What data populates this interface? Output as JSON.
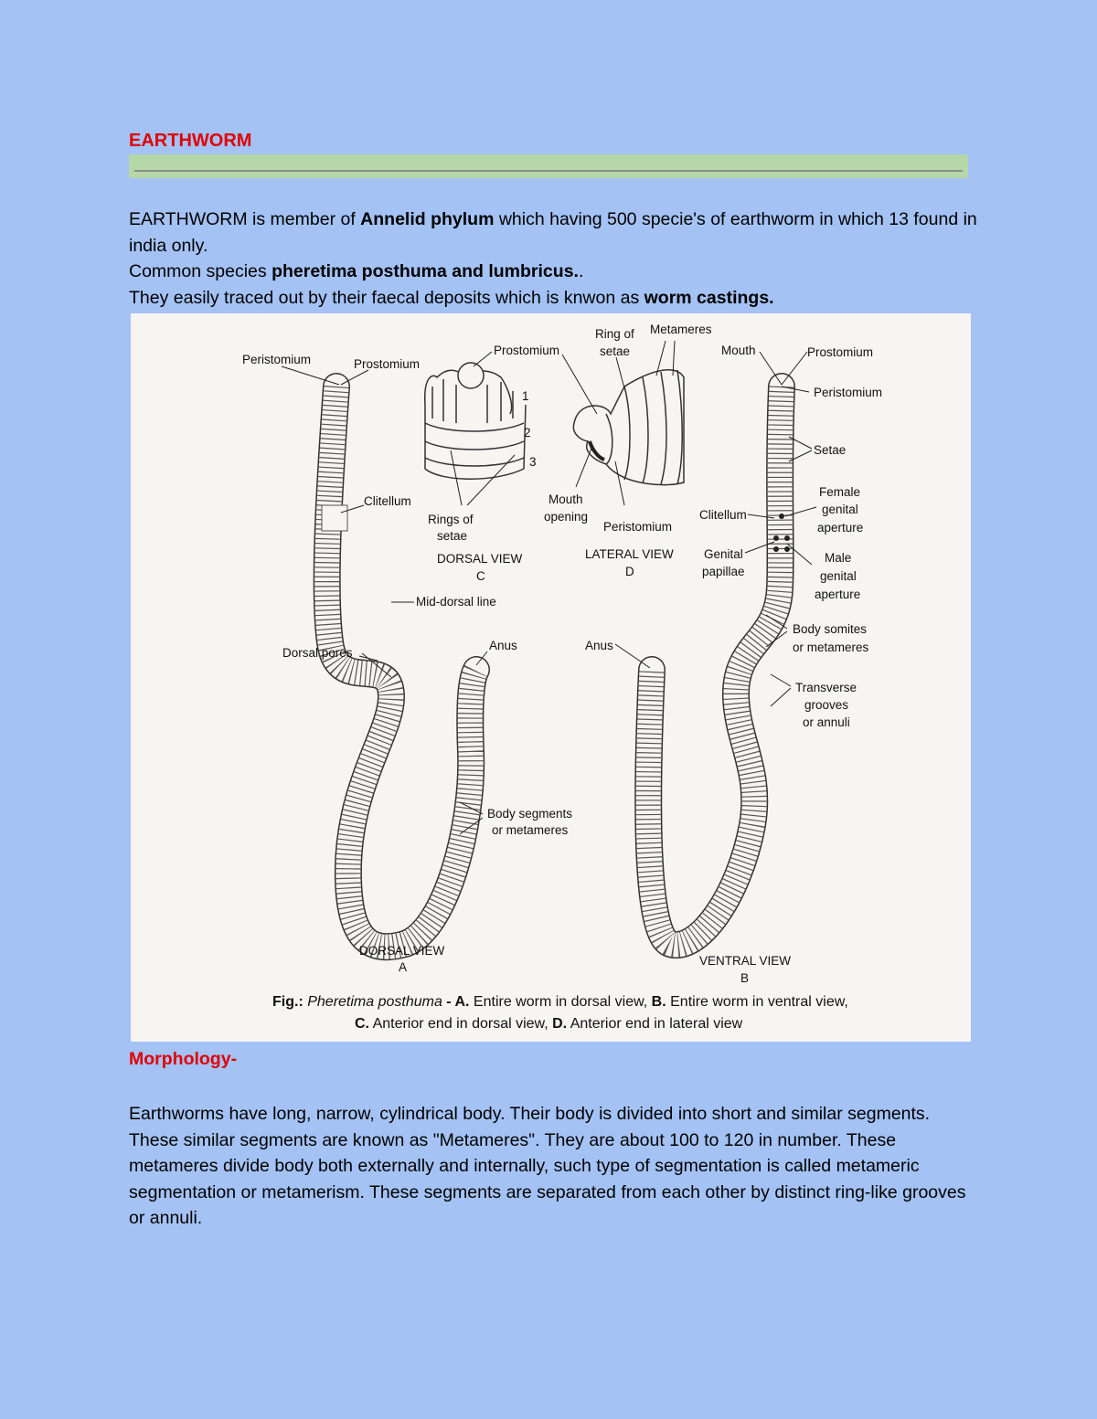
{
  "title": "EARTHWORM",
  "intro": {
    "line1_a": "EARTHWORM is member of ",
    "line1_b": "Annelid phylum",
    "line1_c": " which having 500 specie's of earthworm in which 13 found in india only.",
    "line2_a": "Common species ",
    "line2_b": "pheretima posthuma and lumbricus.",
    "line2_c": ".",
    "line3_a": "They easily traced out by their faecal deposits which is knwon as ",
    "line3_b": "worm castings."
  },
  "figure": {
    "labels": {
      "peristomium_a": "Peristomium",
      "prostomium_a": "Prostomium",
      "clitellum_a": "Clitellum",
      "mid_dorsal": "Mid-dorsal line",
      "dorsal_pores": "Dorsal pores",
      "anus_a": "Anus",
      "body_segments_1": "Body segments",
      "body_segments_2": "or metameres",
      "dorsal_view_a": "DORSAL VIEW",
      "letter_a": "A",
      "prostomium_c": "Prostomium",
      "num1": "1",
      "num2": "2",
      "num3": "3",
      "rings_setae_1": "Rings of",
      "rings_setae_2": "setae",
      "dorsal_view_c": "DORSAL VIEW",
      "letter_c": "C",
      "ring_of_1": "Ring of",
      "ring_of_2": "setae",
      "metameres_d": "Metameres",
      "mouth_opening_1": "Mouth",
      "mouth_opening_2": "opening",
      "peristomium_d": "Peristomium",
      "lateral_view": "LATERAL VIEW",
      "letter_d": "D",
      "mouth_b": "Mouth",
      "prostomium_b": "Prostomium",
      "peristomium_b": "Peristomium",
      "setae_b": "Setae",
      "female_1": "Female",
      "female_2": "genital",
      "female_3": "aperture",
      "clitellum_b": "Clitellum",
      "genital_1": "Genital",
      "genital_2": "papillae",
      "male_1": "Male",
      "male_2": "genital",
      "male_3": "aperture",
      "somites_1": "Body somites",
      "somites_2": "or metameres",
      "anus_b": "Anus",
      "transverse_1": "Transverse",
      "transverse_2": "grooves",
      "transverse_3": "or annuli",
      "ventral_view": "VENTRAL VIEW",
      "letter_b": "B"
    },
    "caption_prefix": "Fig.: ",
    "caption_species": "Pheretima posthuma",
    "caption_a_label": " - A.",
    "caption_a": " Entire worm in dorsal view,",
    "caption_b_label": " B.",
    "caption_b": " Entire worm in ventral view,",
    "caption_c_label": "C.",
    "caption_c": " Anterior end in dorsal view,",
    "caption_d_label": " D.",
    "caption_d": " Anterior end in lateral view"
  },
  "morphology": {
    "heading": "Morphology-",
    "paragraph": "Earthworms have long, narrow, cylindrical body. Their body is divided into short and similar segments. These similar segments are known as \"Metameres\". They are about 100 to 120 in number. These metameres divide body both externally and internally, such type of segmentation is called metameric segmentation or metamerism. These segments are separated from each other by distinct ring-like grooves or annuli."
  }
}
